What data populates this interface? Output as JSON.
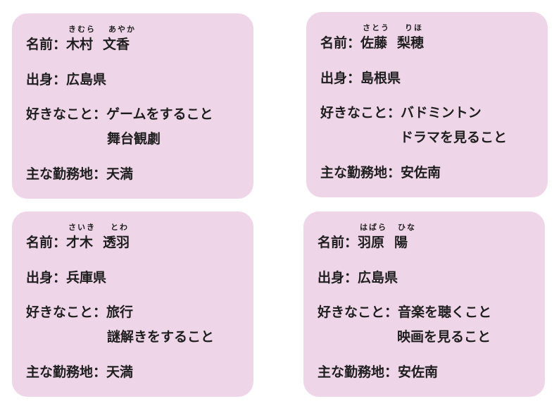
{
  "labels": {
    "name": "名前：",
    "hometown": "出身：",
    "hobbies": "好きなこと：",
    "workplace": "主な勤務地："
  },
  "cards": [
    {
      "furigana_surname": "きむら",
      "furigana_given": "あやか",
      "surname": "木村",
      "given_name": "文香",
      "hometown": "広島県",
      "hobby_1": "ゲームをすること",
      "hobby_2": "舞台観劇",
      "workplace": "天満"
    },
    {
      "furigana_surname": "さとう",
      "furigana_given": "りほ",
      "surname": "佐藤",
      "given_name": "梨穂",
      "hometown": "島根県",
      "hobby_1": "バドミントン",
      "hobby_2": "ドラマを見ること",
      "workplace": "安佐南"
    },
    {
      "furigana_surname": "さいき",
      "furigana_given": "とわ",
      "surname": "才木",
      "given_name": "透羽",
      "hometown": "兵庫県",
      "hobby_1": "旅行",
      "hobby_2": "謎解きをすること",
      "workplace": "天満"
    },
    {
      "furigana_surname": "はばら",
      "furigana_given": "ひな",
      "surname": "羽原",
      "given_name": "陽",
      "hometown": "広島県",
      "hobby_1": "音楽を聴くこと",
      "hobby_2": "映画を見ること",
      "workplace": "安佐南"
    }
  ]
}
